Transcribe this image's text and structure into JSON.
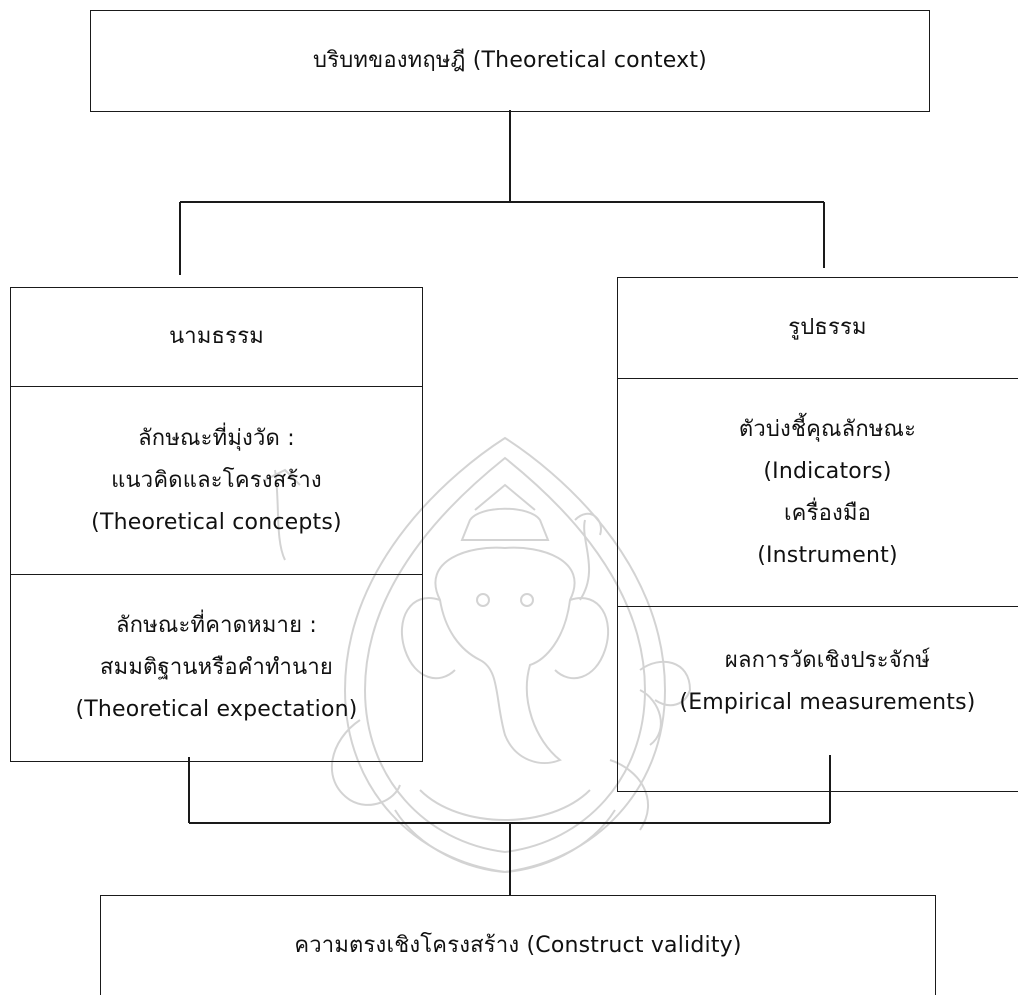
{
  "diagram": {
    "top_box": {
      "label": "บริบทของทฤษฎี (Theoretical context)"
    },
    "left_box": {
      "header": "นามธรรม",
      "section1": [
        "ลักษณะที่มุ่งวัด :",
        "แนวคิดและโครงสร้าง",
        "(Theoretical concepts)"
      ],
      "section2": [
        "ลักษณะที่คาดหมาย :",
        "สมมติฐานหรือคำทำนาย",
        "(Theoretical expectation)"
      ]
    },
    "right_box": {
      "header": "รูปธรรม",
      "section1": [
        "ตัวบ่งชี้คุณลักษณะ",
        "(Indicators)",
        "เครื่องมือ",
        "(Instrument)"
      ],
      "section2": [
        "ผลการวัดเชิงประจักษ์",
        "(Empirical measurements)"
      ]
    },
    "bottom_box": {
      "label": "ความตรงเชิงโครงสร้าง (Construct validity)"
    }
  },
  "watermark": {
    "name": "ganesha-seal-watermark",
    "color": "#9a9a9a"
  },
  "colors": {
    "line": "#1a1a1a",
    "background": "#ffffff",
    "text": "#111111"
  }
}
